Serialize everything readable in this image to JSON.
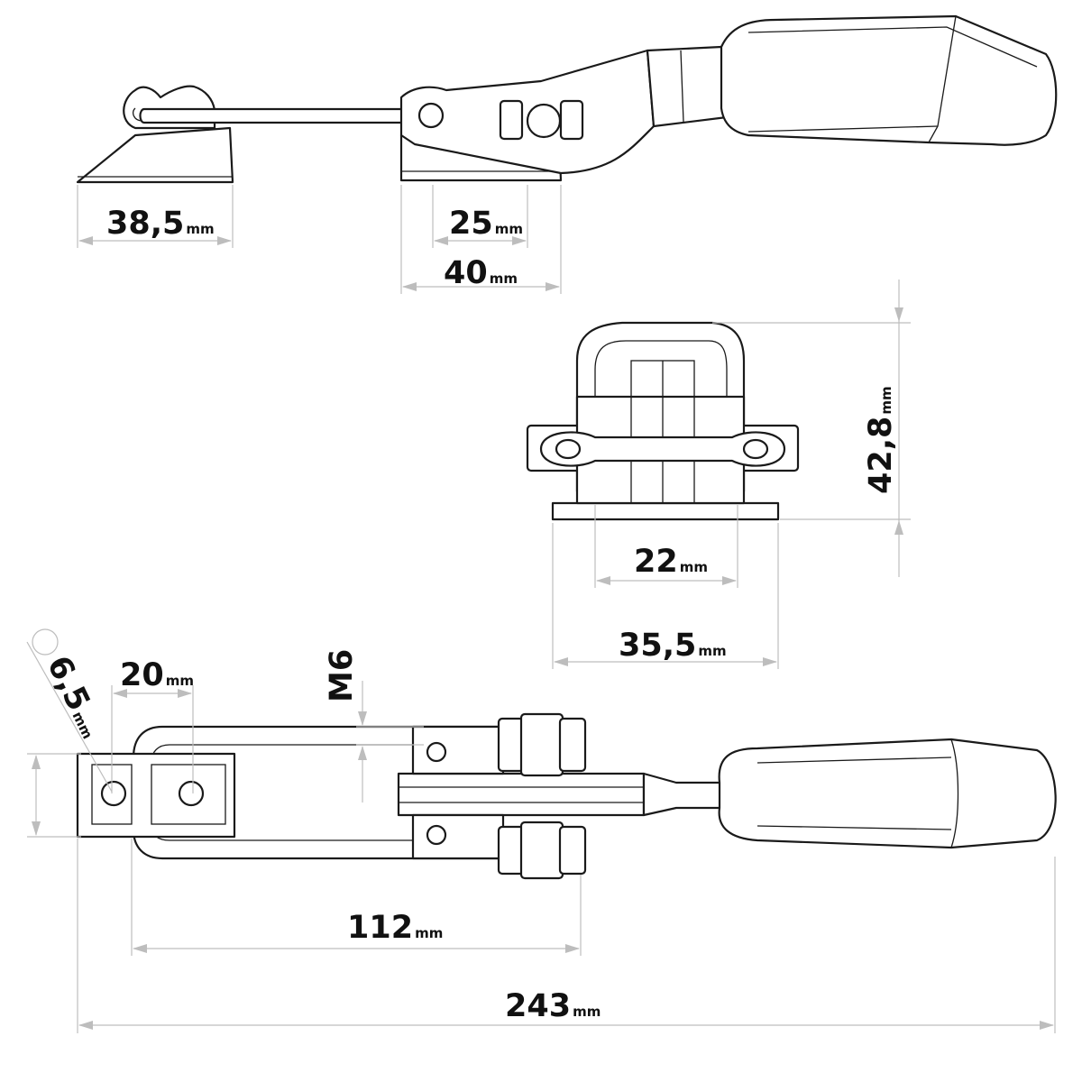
{
  "drawing": {
    "views": [
      "side-view",
      "front-view",
      "top-view"
    ],
    "line_color": "#1a1a1a",
    "dimension_line_color": "#bdbdbd",
    "text_color": "#111111"
  },
  "dimensions": {
    "base_left_width": {
      "value": "38,5",
      "unit": "mm"
    },
    "hole_spacing": {
      "value": "25",
      "unit": "mm"
    },
    "base_right_width": {
      "value": "40",
      "unit": "mm"
    },
    "height": {
      "value": "42,8",
      "unit": "mm"
    },
    "inner_width": {
      "value": "22",
      "unit": "mm"
    },
    "outer_width": {
      "value": "35,5",
      "unit": "mm"
    },
    "hole_diameter": {
      "value": "6,5",
      "unit": "mm"
    },
    "hook_hole_spacing": {
      "value": "20",
      "unit": "mm"
    },
    "thread": {
      "value": "M6",
      "unit": ""
    },
    "stroke_length": {
      "value": "112",
      "unit": "mm"
    },
    "total_length": {
      "value": "243",
      "unit": "mm"
    }
  }
}
